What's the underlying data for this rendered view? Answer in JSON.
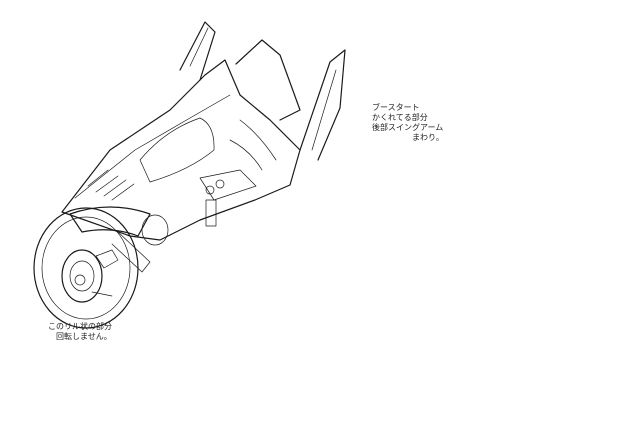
{
  "notes": {
    "top": [
      "ブースタート",
      "かくれてる部分",
      "後部スイングアーム",
      "まわり。"
    ],
    "bottom": [
      "このリル状の部分",
      "回転しません。"
    ]
  }
}
